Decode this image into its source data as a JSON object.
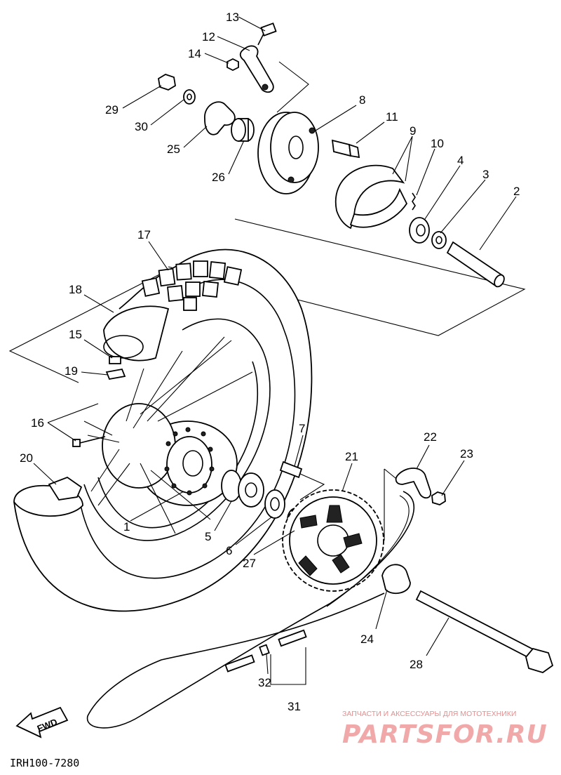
{
  "diagram": {
    "code": "IRH100-7280",
    "direction_label": "FWD",
    "callouts": {
      "c1": "1",
      "c2": "2",
      "c3": "3",
      "c4": "4",
      "c5": "5",
      "c6": "6",
      "c7": "7",
      "c8": "8",
      "c9": "9",
      "c10": "10",
      "c11": "11",
      "c12": "12",
      "c13": "13",
      "c14": "14",
      "c15": "15",
      "c16": "16",
      "c17": "17",
      "c18": "18",
      "c19": "19",
      "c20": "20",
      "c21": "21",
      "c22": "22",
      "c23": "23",
      "c24": "24",
      "c25": "25",
      "c26": "26",
      "c27": "27",
      "c28": "28",
      "c29": "29",
      "c30": "30",
      "c31": "31",
      "c32": "32"
    }
  },
  "watermark": {
    "tagline": "ЗАПЧАСТИ И АКСЕССУАРЫ ДЛЯ МОТОТЕХНИКИ",
    "logo": "PARTSFOR.RU"
  }
}
